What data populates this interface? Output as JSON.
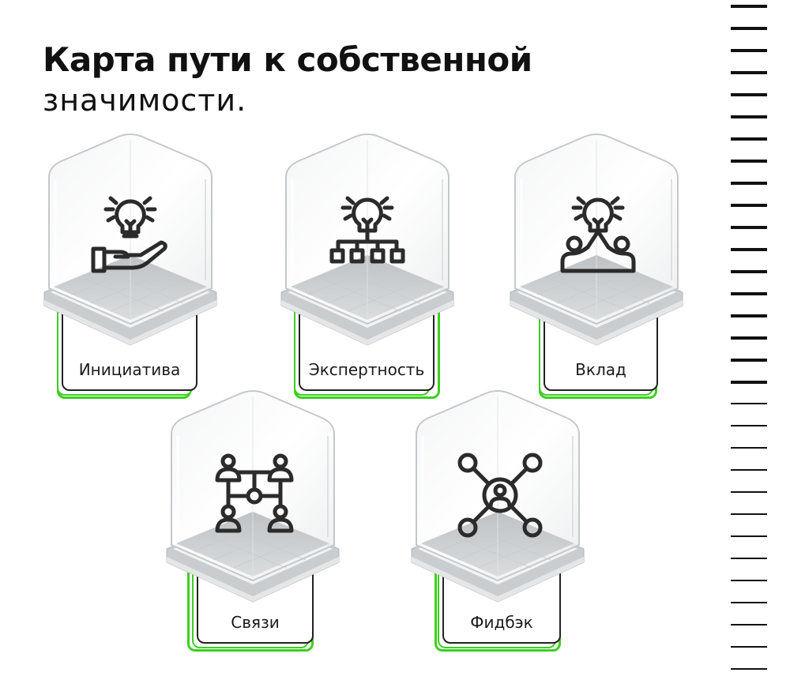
{
  "title": {
    "main": "Карта пути к собственной",
    "sub": "значимости."
  },
  "cards": [
    {
      "label": "Инициатива",
      "icon": "lightbulb-hand-icon"
    },
    {
      "label": "Экспертность",
      "icon": "lightbulb-hierarchy-icon"
    },
    {
      "label": "Вклад",
      "icon": "lightbulb-team-icon"
    },
    {
      "label": "Связи",
      "icon": "people-network-icon"
    },
    {
      "label": "Фидбэк",
      "icon": "person-hub-icon"
    }
  ],
  "colors": {
    "accent": "#3ccf1f",
    "ink": "#2b2b2b",
    "base": "#d6d9db"
  }
}
